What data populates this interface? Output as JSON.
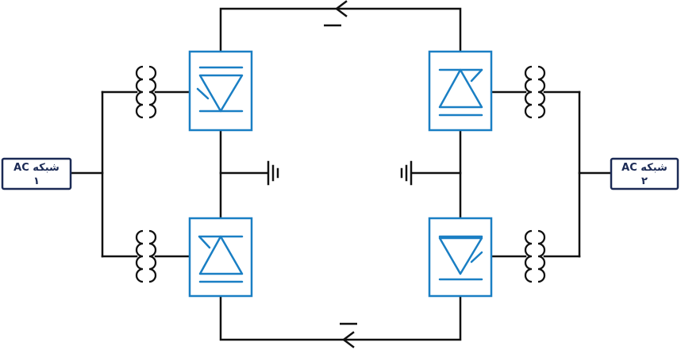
{
  "grids": {
    "left": {
      "line1": "شبکه AC",
      "line2": "۱"
    },
    "right": {
      "line1": "شبکه AC",
      "line2": "۲"
    }
  },
  "colors": {
    "converter": "#1a7fc4",
    "grid_box": "#1b2a55",
    "wire": "#111111"
  }
}
